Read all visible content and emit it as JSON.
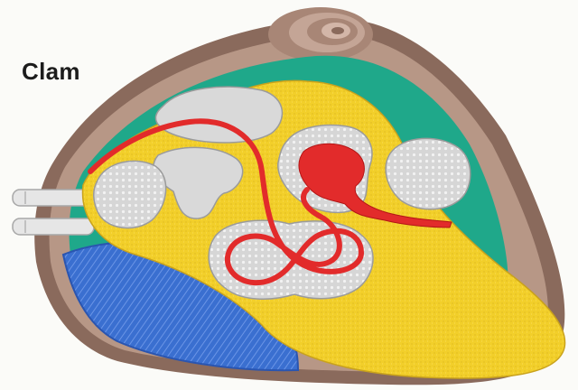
{
  "title": "Clam",
  "colors": {
    "background": "#fbfbf8",
    "shell_outer": "#8a6a5c",
    "mantle_green": "#1fa88a",
    "foot_yellow": "#f2cf2a",
    "gill_blue": "#3a6fd0",
    "heart_red": "#e22b2b",
    "organ_gray": "#d9d9d9",
    "siphon_gray": "#e6e6e6"
  },
  "parts": [
    {
      "name": "shell",
      "icon": "shell"
    },
    {
      "name": "hinge",
      "icon": "spiral-umbo"
    },
    {
      "name": "mantle",
      "icon": "green-mantle"
    },
    {
      "name": "gills",
      "icon": "blue-gills"
    },
    {
      "name": "foot",
      "icon": "yellow-foot"
    },
    {
      "name": "siphons",
      "icon": "siphons"
    },
    {
      "name": "heart",
      "icon": "red-heart"
    },
    {
      "name": "intestine",
      "icon": "red-tube"
    },
    {
      "name": "adductor-muscles",
      "icon": "gray-muscles"
    },
    {
      "name": "digestive-gland",
      "icon": "gray-gland"
    }
  ]
}
